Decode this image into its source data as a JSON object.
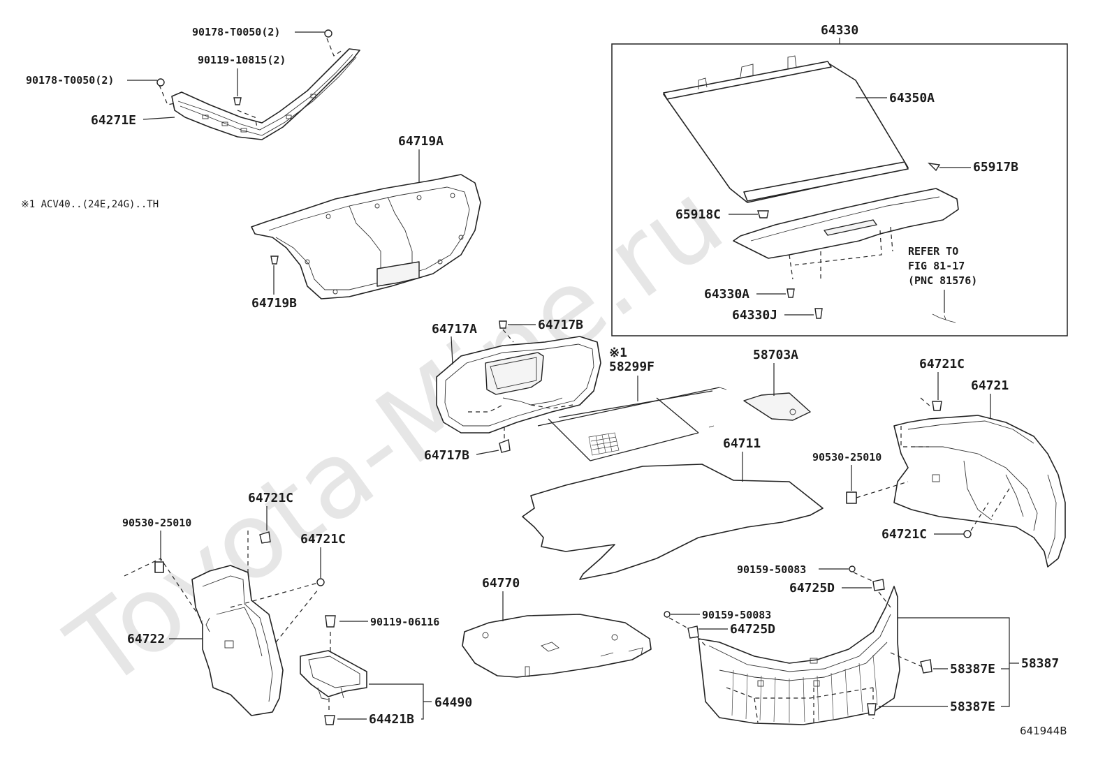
{
  "watermark": "Toyota-Mine.ru",
  "figure_code": "641944B",
  "note": "※1  ACV40..(24E,24G)..TH",
  "refer_note": {
    "line1": "REFER TO",
    "line2": "FIG 81-17",
    "line3": "(PNC 81576)"
  },
  "labels": {
    "p90178_top": "90178-T0050(2)",
    "p90119_10815": "90119-10815(2)",
    "p90178_left": "90178-T0050(2)",
    "p64271E": "64271E",
    "p64719A": "64719A",
    "p64719B": "64719B",
    "p64330": "64330",
    "p64350A": "64350A",
    "p65917B": "65917B",
    "p65918C": "65918C",
    "p64330A": "64330A",
    "p64330J": "64330J",
    "p64717A": "64717A",
    "p64717B_top": "64717B",
    "p64717B_bot": "64717B",
    "p58299F_mark": "※1",
    "p58299F": "58299F",
    "p58703A": "58703A",
    "p64721C_right": "64721C",
    "p64721": "64721",
    "p90530_right": "90530-25010",
    "p64721C_right_low": "64721C",
    "p64711": "64711",
    "p64721C_left": "64721C",
    "p90530_left": "90530-25010",
    "p64721C_left2": "64721C",
    "p64722": "64722",
    "p90119_06116": "90119-06116",
    "p64490": "64490",
    "p64421B": "64421B",
    "p64770": "64770",
    "p90159_top": "90159-50083",
    "p64725D_top": "64725D",
    "p90159_bot": "90159-50083",
    "p64725D_bot": "64725D",
    "p58387E_top": "58387E",
    "p58387": "58387",
    "p58387E_bot": "58387E"
  }
}
